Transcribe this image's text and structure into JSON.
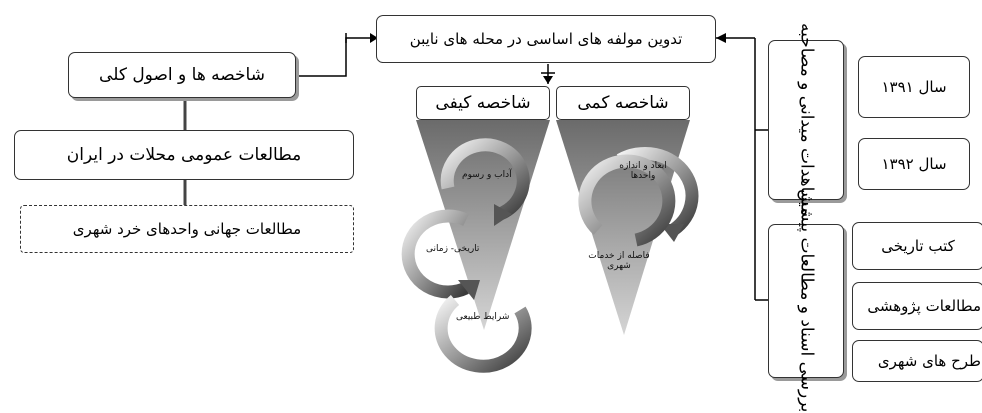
{
  "top": {
    "title": "تدوین مولفه های اساسی در محله های نایبن"
  },
  "left": {
    "general": "شاخصه ها و اصول کلی",
    "iran": "مطالعات عمومی محلات در ایران",
    "world": "مطالعات جهانی واحدهای خرد شهری"
  },
  "center": {
    "quality": {
      "title": "شاخصه کیفی",
      "items": [
        "آداب و رسوم",
        "تاریخی- زمانی",
        "شرایط طبیعی"
      ]
    },
    "quantity": {
      "title": "شاخصه کمی",
      "items": [
        "ابعاد و اندازه واحدها",
        "فاصله از خدمات شهری"
      ]
    }
  },
  "right": {
    "field": {
      "title": "مشاهدات میدانی و مصاحبه",
      "items": [
        "سال ۱۳۹۱",
        "سال ۱۳۹۲"
      ]
    },
    "docs": {
      "title": "بررسی اسناد و مطالعات پیشین",
      "items": [
        "کتب تاریخی",
        "مطالعات پژوهشی",
        "طرح های شهری"
      ]
    }
  }
}
